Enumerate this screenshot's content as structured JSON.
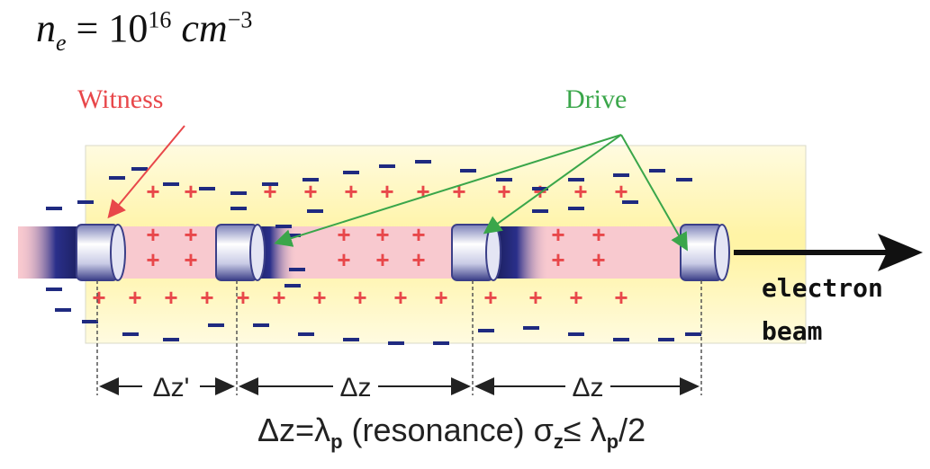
{
  "density": {
    "symbol": "n",
    "subscript": "e",
    "equals": " = 10",
    "exponent": "16",
    "unit": " cm",
    "unit_exponent": "−3"
  },
  "labels": {
    "witness": "Witness",
    "drive": "Drive",
    "beam_line1": "electron",
    "beam_line2": "beam"
  },
  "dimensions": [
    "Δz'",
    "Δz",
    "Δz"
  ],
  "caption": {
    "part1": "Δz=λ",
    "sub1": "p",
    "part2": " (resonance)  σ",
    "sub2": "z",
    "part3": "≤ λ",
    "sub3": "p",
    "part4": "/2"
  },
  "colors": {
    "witness": "#e8474a",
    "drive": "#3aa64a",
    "plus": "#e8474a",
    "minus": "#1f2a80",
    "plasma_glow": "#fff4a6",
    "beam_channel": "#f8c9cf",
    "bunch": "#2a2f8a"
  },
  "charges": {
    "plus": "+",
    "minus": "−"
  }
}
